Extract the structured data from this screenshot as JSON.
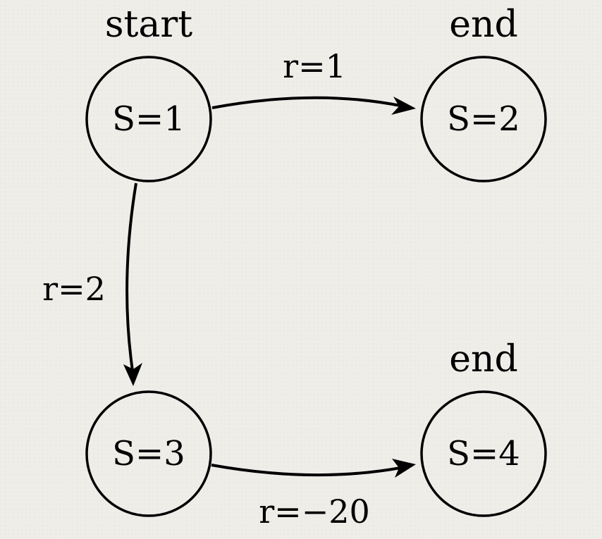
{
  "diagram": {
    "nodes": {
      "s1": {
        "label": "S=1",
        "annotation": "start"
      },
      "s2": {
        "label": "S=2",
        "annotation": "end"
      },
      "s3": {
        "label": "S=3"
      },
      "s4": {
        "label": "S=4",
        "annotation": "end"
      }
    },
    "edges": {
      "s1_to_s2": {
        "from": "S=1",
        "to": "S=2",
        "label": "r=1"
      },
      "s1_to_s3": {
        "from": "S=1",
        "to": "S=3",
        "label": "r=2"
      },
      "s3_to_s4": {
        "from": "S=3",
        "to": "S=4",
        "label": "r=−20"
      }
    }
  },
  "colors": {
    "background": "#efede8",
    "stroke": "#000000",
    "text": "#000000"
  }
}
